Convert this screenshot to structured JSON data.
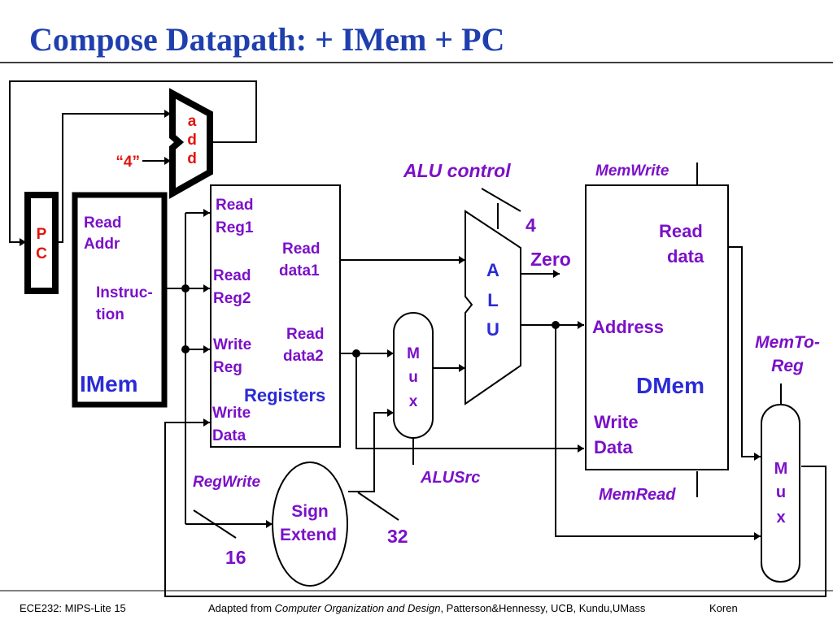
{
  "title": "Compose Datapath:  + IMem + PC",
  "adder": {
    "letters": [
      "a",
      "d",
      "d"
    ],
    "const_label": "“4”"
  },
  "pc": {
    "letters": [
      "P",
      "C"
    ]
  },
  "imem": {
    "read_addr_1": "Read",
    "read_addr_2": "Addr",
    "instr_1": "Instruc-",
    "instr_2": "tion",
    "name": "IMem"
  },
  "registers": {
    "read_reg1_a": "Read",
    "read_reg1_b": "Reg1",
    "read_reg2_a": "Read",
    "read_reg2_b": "Reg2",
    "write_reg_a": "Write",
    "write_reg_b": "Reg",
    "write_data_a": "Write",
    "write_data_b": "Data",
    "read_data1_a": "Read",
    "read_data1_b": "data1",
    "read_data2_a": "Read",
    "read_data2_b": "data2",
    "name": "Registers"
  },
  "alu": {
    "letters": [
      "A",
      "L",
      "U"
    ],
    "control_label": "ALU control",
    "control_bits": "4",
    "zero_label": "Zero"
  },
  "alusrc_mux": {
    "letters": [
      "M",
      "u",
      "x"
    ],
    "control_label": "ALUSrc"
  },
  "sign_extend": {
    "line1": "Sign",
    "line2": "Extend",
    "in_bits": "16",
    "out_bits": "32"
  },
  "regwrite_label": "RegWrite",
  "dmem": {
    "read_data_a": "Read",
    "read_data_b": "data",
    "address": "Address",
    "write_data_a": "Write",
    "write_data_b": "Data",
    "name": "DMem",
    "memwrite_label": "MemWrite",
    "memread_label": "MemRead"
  },
  "memtoreg_mux": {
    "letters": [
      "M",
      "u",
      "x"
    ],
    "control_a": "MemTo-",
    "control_b": "Reg"
  },
  "footer": {
    "left": "ECE232: MIPS-Lite 15",
    "credit_prefix": "Adapted from ",
    "credit_book": "Computer Organization and Design",
    "credit_suffix": ", Patterson&Hennessy, UCB, Kundu,UMass",
    "author": "Koren"
  }
}
